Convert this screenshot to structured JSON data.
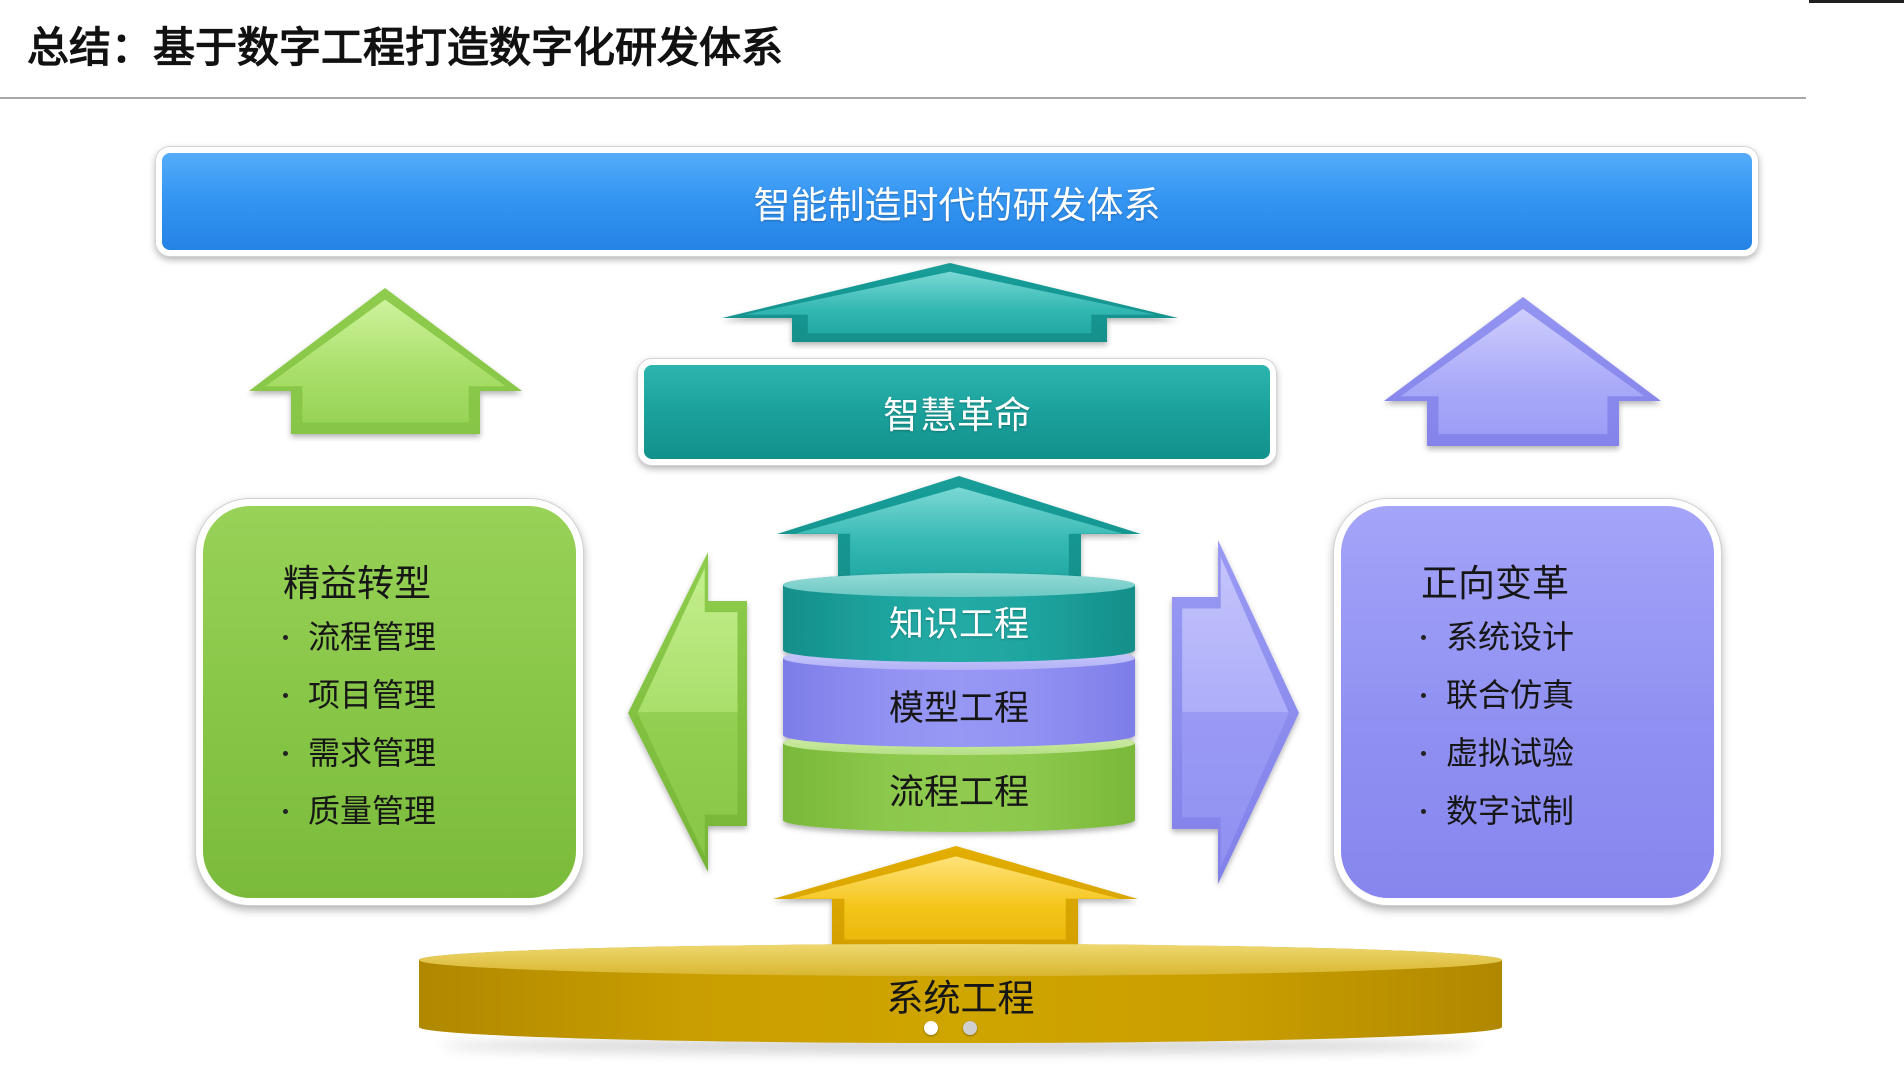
{
  "title": "总结：基于数字工程打造数字化研发体系",
  "top_banner": {
    "label": "智能制造时代的研发体系"
  },
  "middle_banner": {
    "label": "智慧革命"
  },
  "left_panel": {
    "heading": "精益转型",
    "items": [
      "流程管理",
      "项目管理",
      "需求管理",
      "质量管理"
    ]
  },
  "right_panel": {
    "heading": "正向变革",
    "items": [
      "系统设计",
      "联合仿真",
      "虚拟试验",
      "数字试制"
    ]
  },
  "stack": {
    "layers": [
      "知识工程",
      "模型工程",
      "流程工程"
    ]
  },
  "foundation": {
    "label": "系统工程"
  },
  "pagination": {
    "count": 2,
    "active_index": 0
  },
  "colors": {
    "banner_blue": "#3596f2",
    "teal": "#1ba19c",
    "green": "#86c546",
    "purple": "#9090f2",
    "gold": "#c99e00",
    "yellow": "#f4c51b"
  }
}
